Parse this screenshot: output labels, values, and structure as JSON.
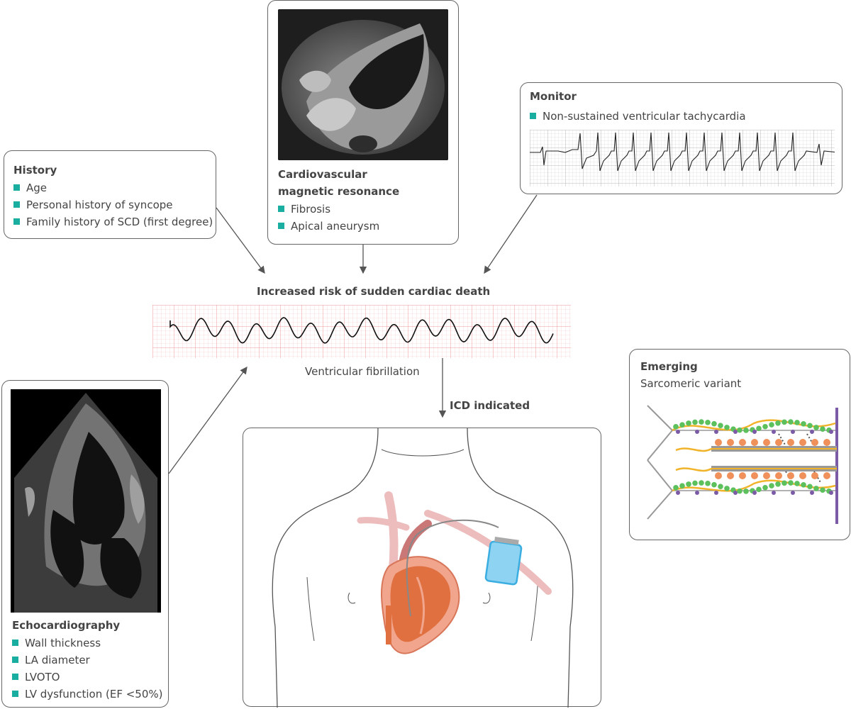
{
  "history": {
    "title": "History",
    "items": [
      "Age",
      "Personal history of syncope",
      "Family history of SCD (first degree)"
    ]
  },
  "cmr": {
    "title_line1": "Cardiovascular",
    "title_line2": "magnetic resonance",
    "items": [
      "Fibrosis",
      "Apical aneurysm"
    ]
  },
  "monitor": {
    "title": "Monitor",
    "items": [
      "Non-sustained ventricular tachycardia"
    ]
  },
  "center": {
    "risk_title": "Increased risk of sudden cardiac death",
    "vf_label": "Ventricular fibrillation",
    "icd_label": "ICD indicated"
  },
  "echo": {
    "title": "Echocardiography",
    "items": [
      "Wall thickness",
      "LA diameter",
      "LVOTO",
      "LV dysfunction (EF <50%)"
    ]
  },
  "emerging": {
    "title": "Emerging",
    "subtitle": "Sarcomeric variant"
  },
  "colors": {
    "bullet": "#1aaea0",
    "ecg_grid": "#f4b0b0",
    "heart": "#e0703f",
    "icd_device": "#8fd3f2"
  }
}
